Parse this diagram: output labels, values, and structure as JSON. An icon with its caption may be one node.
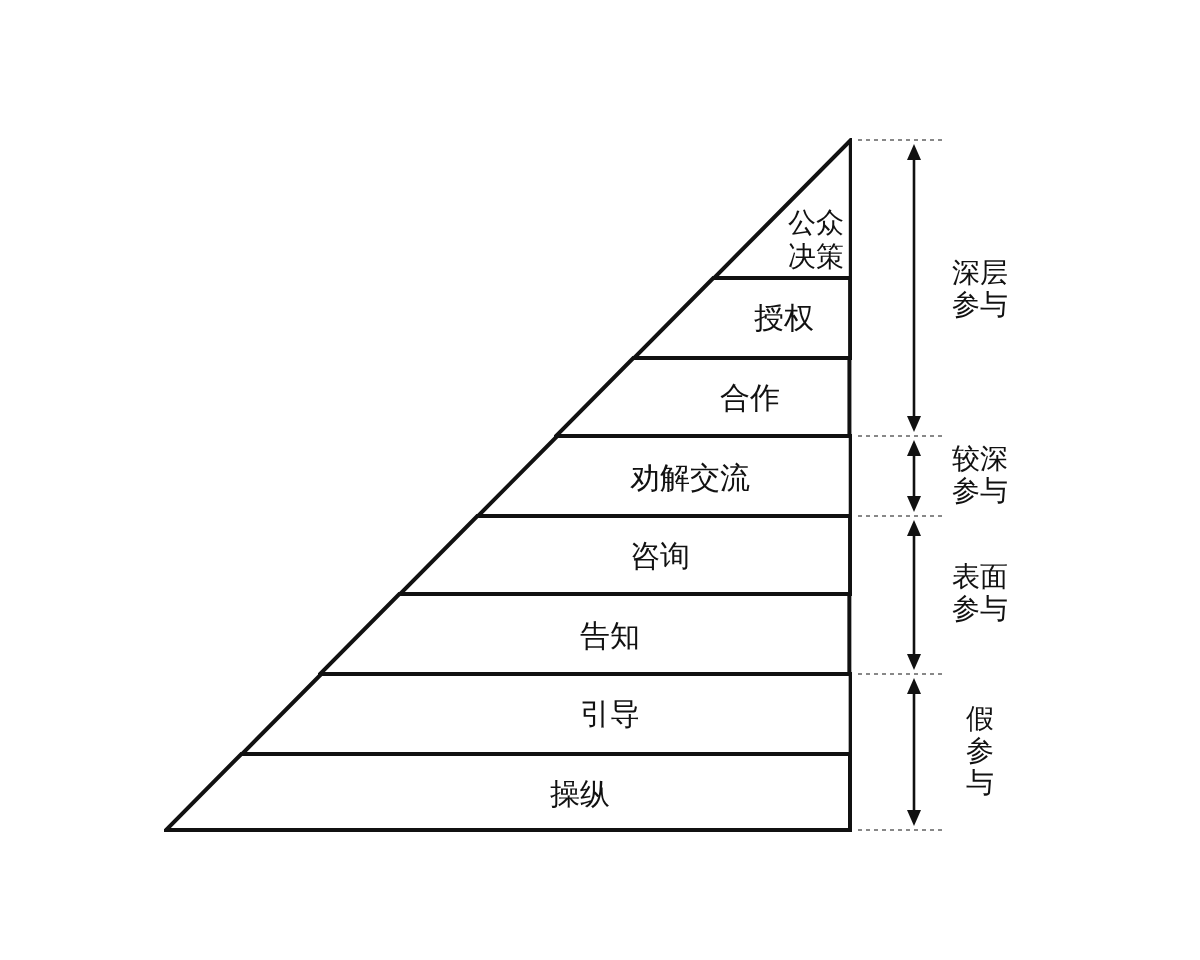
{
  "diagram": {
    "nodes": [
      {
        "text": [
          "公众决策"
        ]
      },
      {
        "text": [
          "授权"
        ]
      },
      {
        "text": [
          "合作"
        ]
      },
      {
        "text": [
          "劝解交流"
        ]
      },
      {
        "text": [
          "咨询"
        ]
      },
      {
        "text": [
          "告知"
        ]
      },
      {
        "text": [
          "引导"
        ]
      },
      {
        "text": [
          "操纵"
        ]
      }
    ],
    "labels": [
      "深层参与",
      "较深参与",
      "表面参与",
      "假参与"
    ]
  }
}
